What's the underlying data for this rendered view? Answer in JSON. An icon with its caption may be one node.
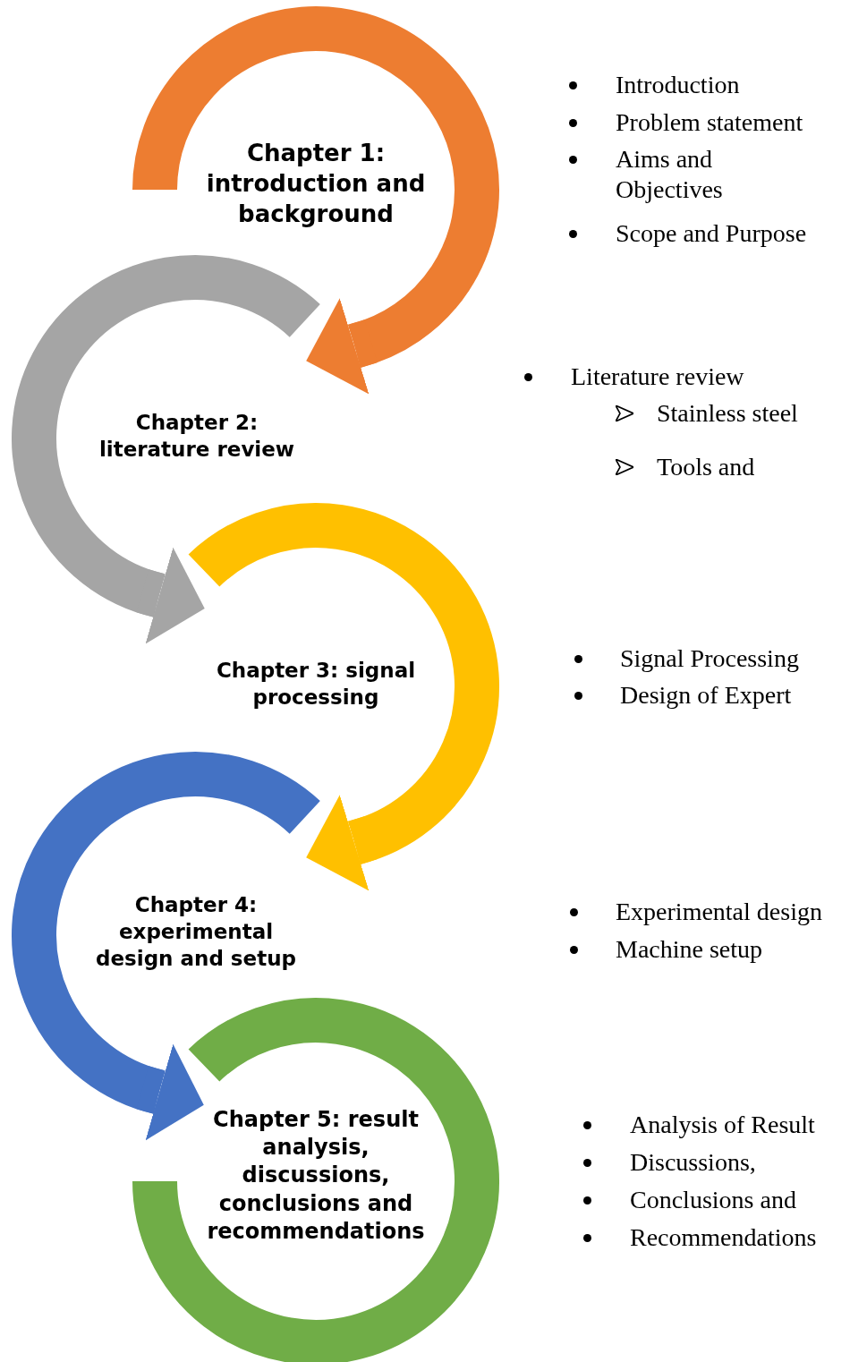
{
  "diagram": {
    "nodes": [
      {
        "text": [
          "Chapter 1: introduction and background"
        ],
        "beside": [
          "Introduction",
          "Problem statement",
          "Aims and Objectives",
          "Scope and Purpose"
        ]
      },
      {
        "text": [
          "Chapter 2: literature review"
        ],
        "beside": [
          "Literature review",
          "Stainless steel",
          "Tools and"
        ]
      },
      {
        "text": [
          "Chapter 3: signal processing"
        ],
        "beside": [
          "Signal Processing",
          "Design of Expert"
        ]
      },
      {
        "text": [
          "Chapter 4: experimental design and setup"
        ],
        "beside": [
          "Experimental design",
          "Machine setup"
        ]
      },
      {
        "text": [
          "Chapter 5: result analysis, discussions, conclusions and recommendations"
        ],
        "beside": [
          "Analysis of Result",
          "Discussions,",
          "Conclusions and",
          "Recommendations"
        ]
      }
    ],
    "edges": [
      {
        "from": 0,
        "to": 1,
        "arrow": "to",
        "color": "#ed7d31"
      },
      {
        "from": 1,
        "to": 2,
        "arrow": "to",
        "color": "#a5a5a5"
      },
      {
        "from": 2,
        "to": 3,
        "arrow": "to",
        "color": "#ffc000"
      },
      {
        "from": 3,
        "to": 4,
        "arrow": "to",
        "color": "#4472c4"
      }
    ]
  }
}
